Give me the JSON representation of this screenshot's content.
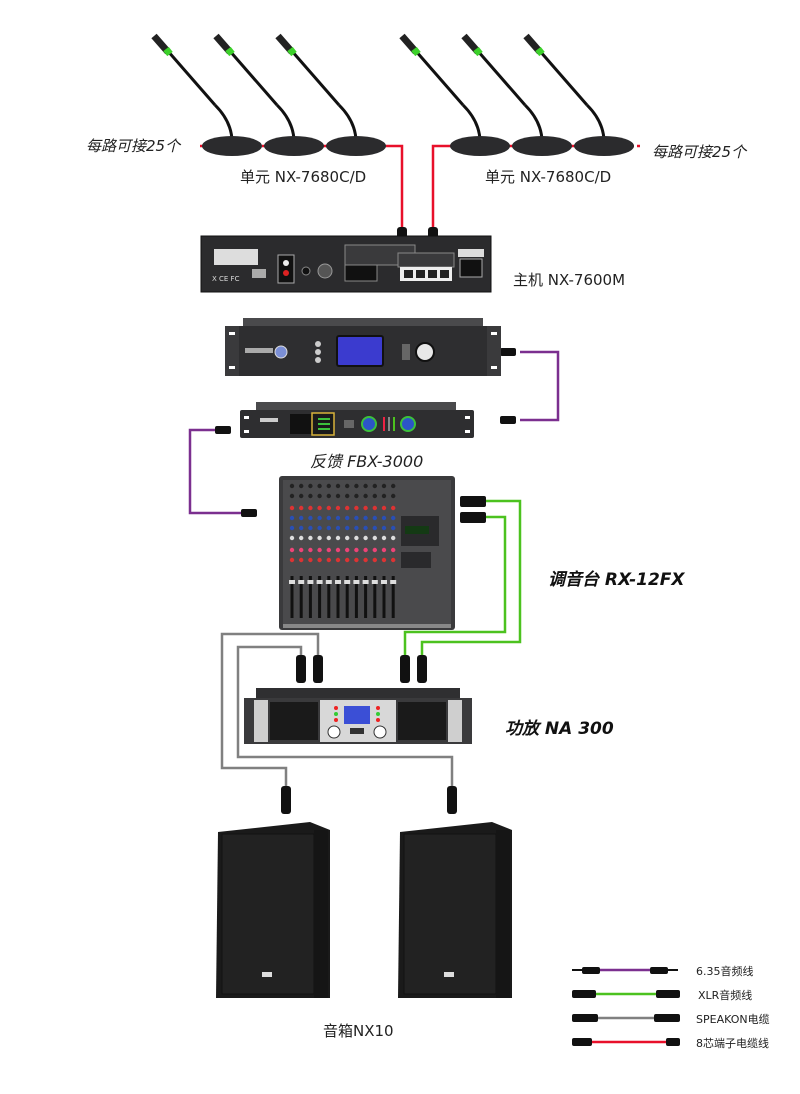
{
  "title": "会议系统与扩声系统连接图",
  "microphones": {
    "left_group": {
      "count_label": "每路可接25个",
      "model_label": "单元 NX-7680C/D",
      "units_shown": 3
    },
    "right_group": {
      "count_label": "每路可接25个",
      "model_label": "单元 NX-7680C/D",
      "units_shown": 3
    }
  },
  "devices": {
    "host": {
      "label": "主机 NX-7600M"
    },
    "processor": {
      "label": ""
    },
    "feedback": {
      "label": "反馈 FBX-3000"
    },
    "mixer": {
      "label": "调音台 RX-12FX"
    },
    "amplifier": {
      "label": "功放 NA 300"
    },
    "speakers": {
      "label": "音箱NX10",
      "units_shown": 2
    }
  },
  "legend": [
    {
      "label": "6.35音频线",
      "color": "#7b2f8f"
    },
    {
      "label": "XLR音频线",
      "color": "#4cc21f"
    },
    {
      "label": "SPEAKON电缆",
      "color": "#808080"
    },
    {
      "label": "8芯端子电缆线",
      "color": "#e8102a"
    }
  ],
  "colors": {
    "cable_635": "#7b2f8f",
    "cable_xlr": "#4cc21f",
    "cable_speakon": "#808080",
    "cable_8core": "#e8102a",
    "device_dark": "#2b2b2d"
  }
}
